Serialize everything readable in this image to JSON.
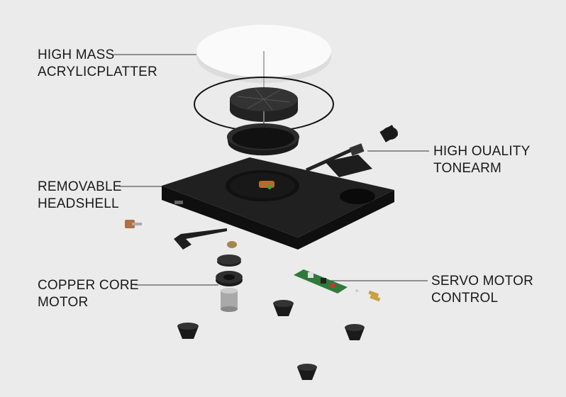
{
  "callouts": {
    "platter": {
      "line1": "HIGH MASS",
      "line2": "ACRYLICPLATTER"
    },
    "tonearm": {
      "line1": "HIGH OUALITY",
      "line2": "TONEARM"
    },
    "headshell": {
      "line1": "REMOVABLE",
      "line2": "HEADSHELL"
    },
    "motor": {
      "line1": "COPPER CORE",
      "line2": "MOTOR"
    },
    "servo": {
      "line1": "SERVO MOTOR",
      "line2": "CONTROL"
    }
  },
  "colors": {
    "background": "#ebebeb",
    "text": "#1a1a1a",
    "plinth": "#1c1c1c"
  }
}
